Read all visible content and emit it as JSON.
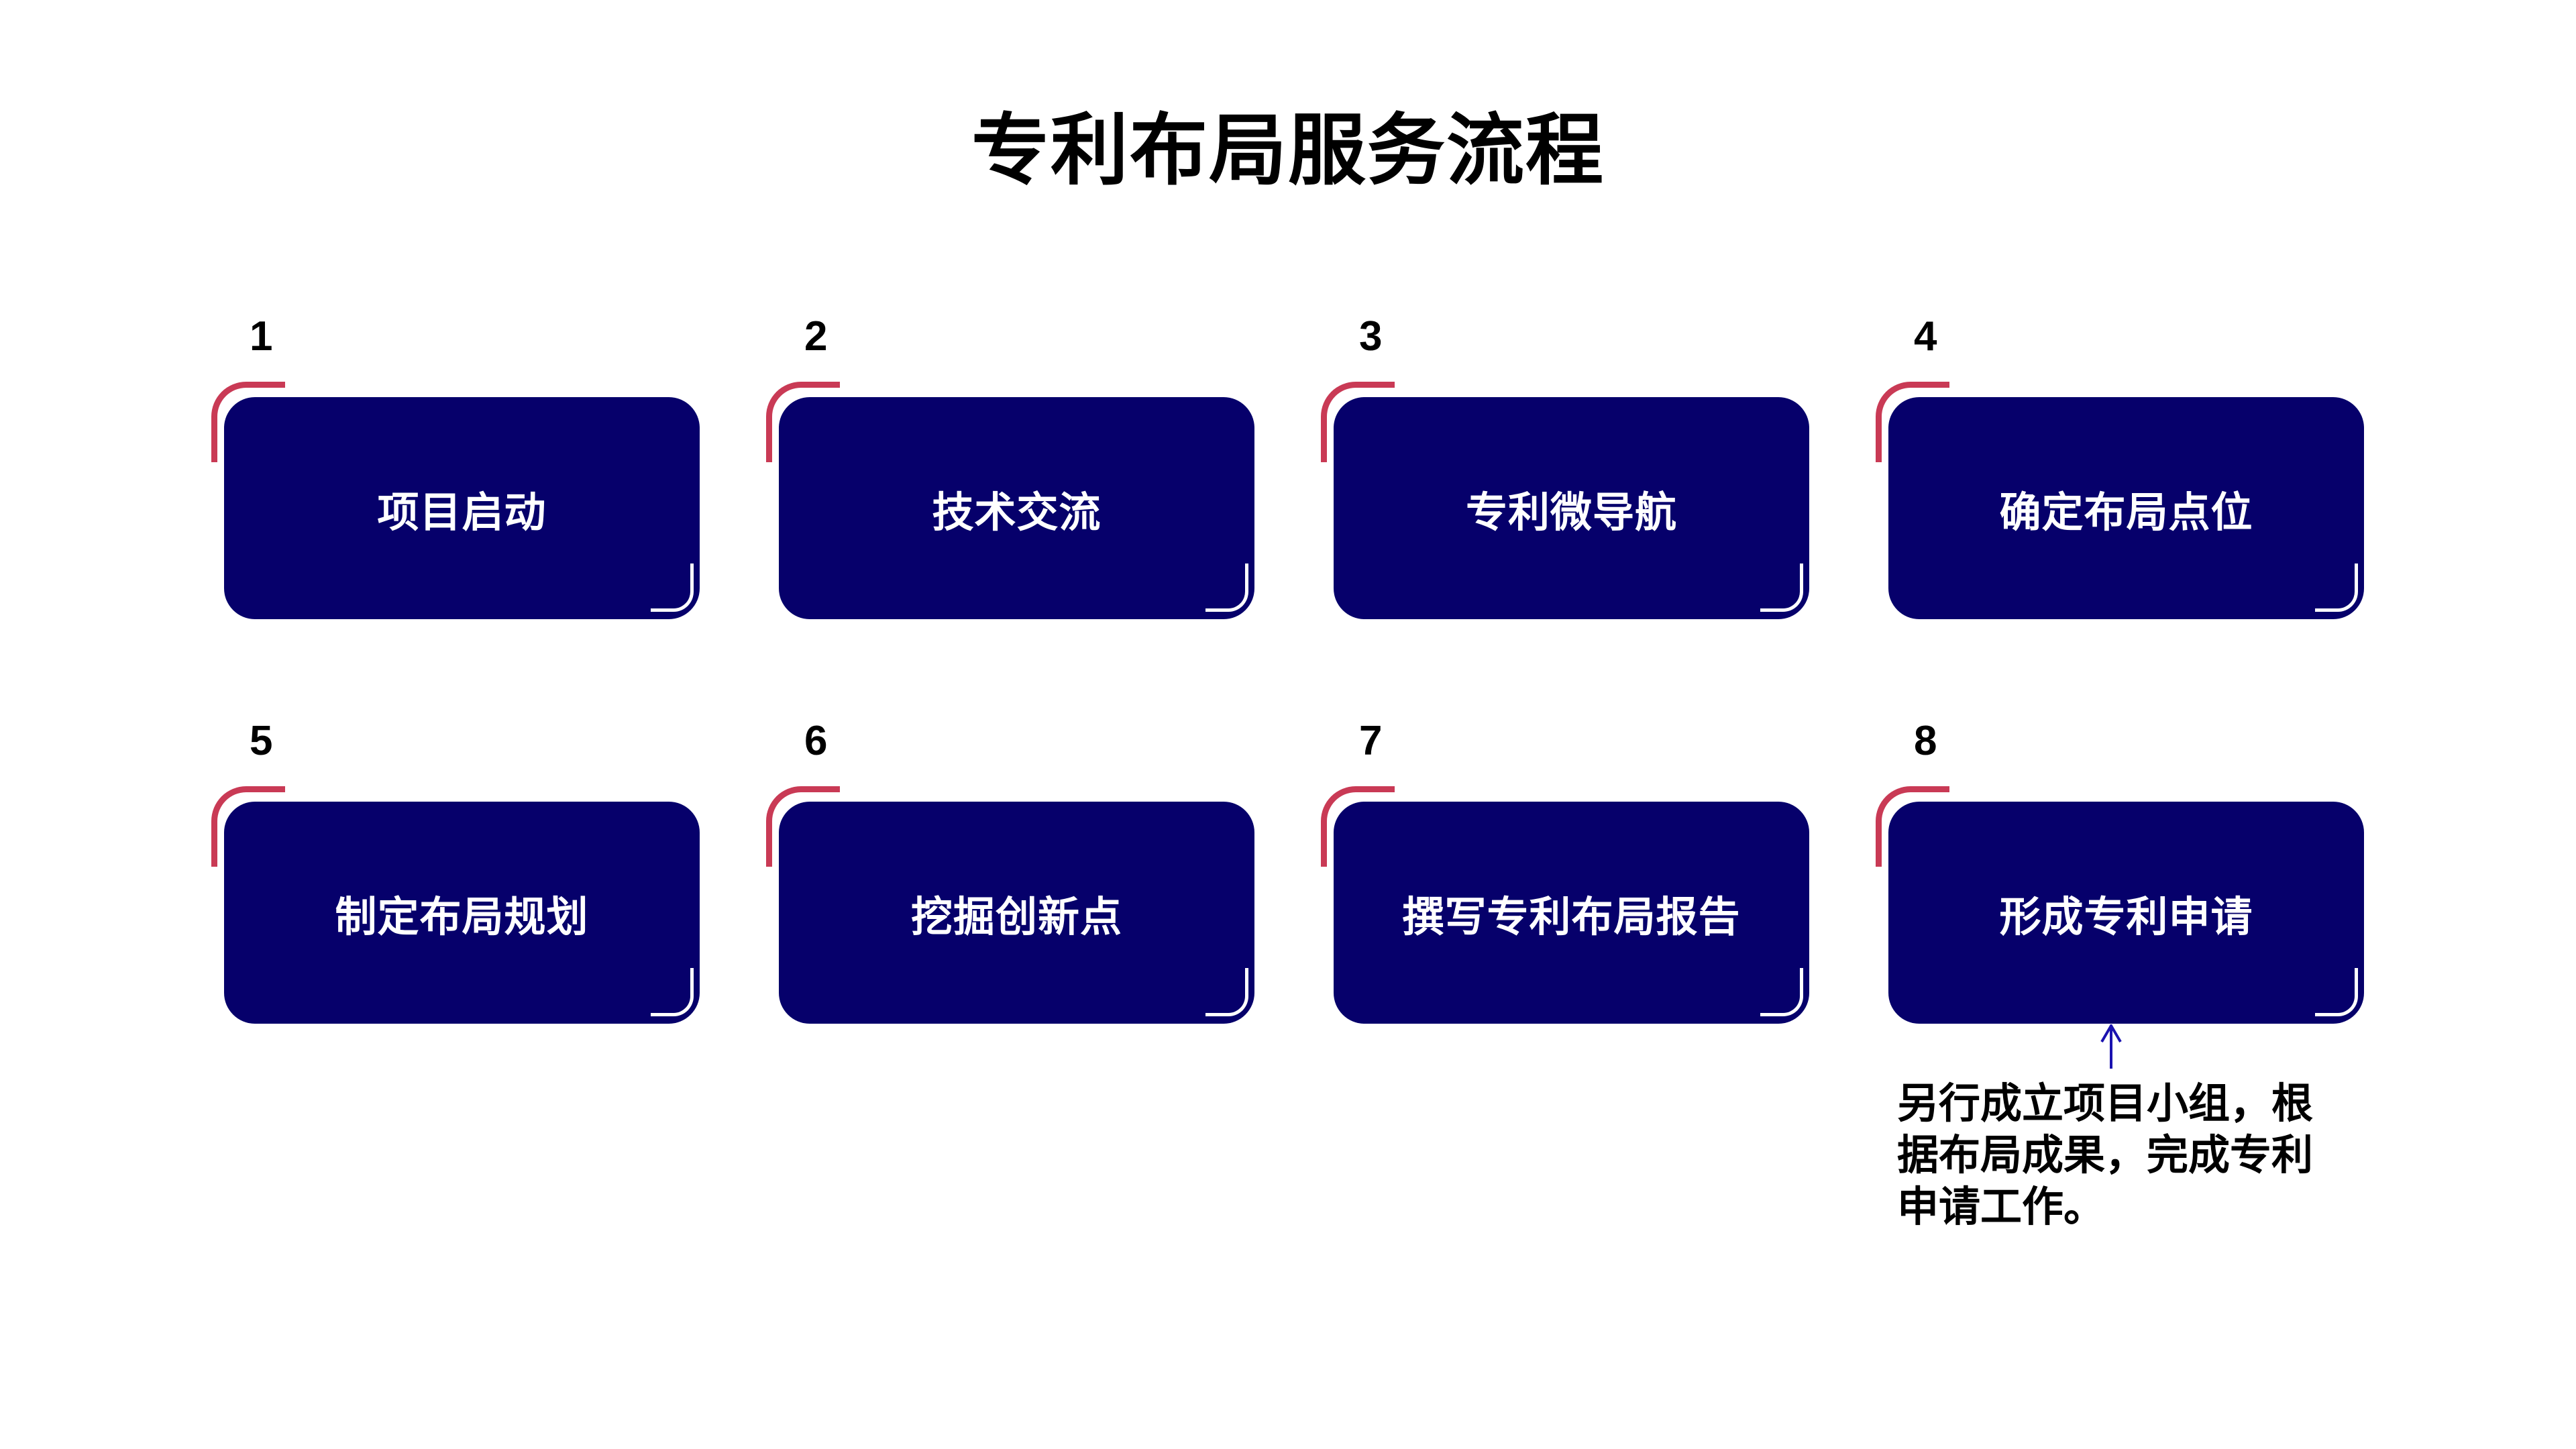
{
  "title": "专利布局服务流程",
  "colors": {
    "card_background": "#06006B",
    "accent_bracket": "#C93A55",
    "card_text": "#FFFFFF",
    "arrow": "#1A12B0"
  },
  "steps": [
    {
      "number": "1",
      "label": "项目启动"
    },
    {
      "number": "2",
      "label": "技术交流"
    },
    {
      "number": "3",
      "label": "专利微导航"
    },
    {
      "number": "4",
      "label": "确定布局点位"
    },
    {
      "number": "5",
      "label": "制定布局规划"
    },
    {
      "number": "6",
      "label": "挖掘创新点"
    },
    {
      "number": "7",
      "label": "撰写专利布局报告"
    },
    {
      "number": "8",
      "label": "形成专利申请"
    }
  ],
  "note": {
    "attached_to_step": "8",
    "icon": "arrow-up-icon",
    "lines": [
      "另行成立项目小组，根",
      "据布局成果，完成专利",
      "申请工作。"
    ]
  }
}
